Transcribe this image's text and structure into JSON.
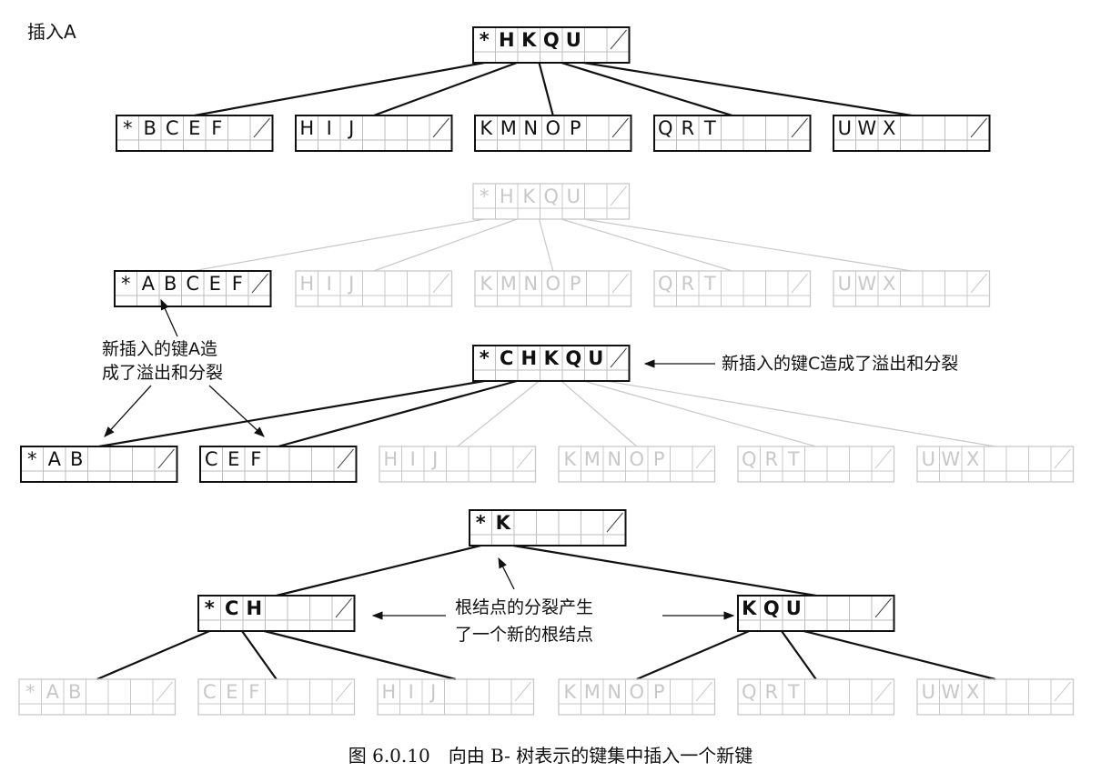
{
  "diagram": {
    "step_title": "插入A",
    "overflow_leaf_note": [
      "新插入的键A造",
      "成了溢出和分裂"
    ],
    "overflow_root_note": "新插入的键C造成了溢出和分裂",
    "root_split_note": [
      "根结点的分裂产生",
      "了一个新的根结点"
    ],
    "caption": "图 6.0.10　向由 B- 树表示的键集中插入一个新键",
    "sentinel": "*",
    "colors": {
      "ink": "#111111",
      "faded": "#c8c8c8",
      "grid": "#bdbdbd"
    },
    "stages": [
      {
        "nodes": [
          {
            "id": "s1-root",
            "keys": [
              "*",
              "H",
              "K",
              "Q",
              "U"
            ],
            "bold": true,
            "faded": false
          },
          {
            "id": "s1-leaf-a",
            "keys": [
              "*",
              "B",
              "C",
              "E",
              "F"
            ],
            "bold": false,
            "faded": false
          },
          {
            "id": "s1-leaf-h",
            "keys": [
              "H",
              "I",
              "J"
            ],
            "bold": false,
            "faded": false
          },
          {
            "id": "s1-leaf-k",
            "keys": [
              "K",
              "M",
              "N",
              "O",
              "P"
            ],
            "bold": false,
            "faded": false
          },
          {
            "id": "s1-leaf-q",
            "keys": [
              "Q",
              "R",
              "T"
            ],
            "bold": false,
            "faded": false
          },
          {
            "id": "s1-leaf-u",
            "keys": [
              "U",
              "W",
              "X"
            ],
            "bold": false,
            "faded": false
          }
        ]
      },
      {
        "nodes": [
          {
            "id": "s2-root-old",
            "keys": [
              "*",
              "H",
              "K",
              "Q",
              "U"
            ],
            "bold": false,
            "faded": true
          },
          {
            "id": "s2-leaf-a",
            "keys": [
              "*",
              "A",
              "B",
              "C",
              "E",
              "F"
            ],
            "bold": false,
            "faded": false
          },
          {
            "id": "s2-leaf-h",
            "keys": [
              "H",
              "I",
              "J"
            ],
            "bold": false,
            "faded": true
          },
          {
            "id": "s2-leaf-k",
            "keys": [
              "K",
              "M",
              "N",
              "O",
              "P"
            ],
            "bold": false,
            "faded": true
          },
          {
            "id": "s2-leaf-q",
            "keys": [
              "Q",
              "R",
              "T"
            ],
            "bold": false,
            "faded": true
          },
          {
            "id": "s2-leaf-u",
            "keys": [
              "U",
              "W",
              "X"
            ],
            "bold": false,
            "faded": true
          },
          {
            "id": "s2-root-new",
            "keys": [
              "*",
              "C",
              "H",
              "K",
              "Q",
              "U"
            ],
            "bold": true,
            "faded": false
          },
          {
            "id": "s2-leaf-ab",
            "keys": [
              "*",
              "A",
              "B"
            ],
            "bold": false,
            "faded": false
          },
          {
            "id": "s2-leaf-cef",
            "keys": [
              "C",
              "E",
              "F"
            ],
            "bold": false,
            "faded": false
          },
          {
            "id": "s2-leaf-h2",
            "keys": [
              "H",
              "I",
              "J"
            ],
            "bold": false,
            "faded": true
          },
          {
            "id": "s2-leaf-k2",
            "keys": [
              "K",
              "M",
              "N",
              "O",
              "P"
            ],
            "bold": false,
            "faded": true
          },
          {
            "id": "s2-leaf-q2",
            "keys": [
              "Q",
              "R",
              "T"
            ],
            "bold": false,
            "faded": true
          },
          {
            "id": "s2-leaf-u2",
            "keys": [
              "U",
              "W",
              "X"
            ],
            "bold": false,
            "faded": true
          }
        ]
      },
      {
        "nodes": [
          {
            "id": "s3-root",
            "keys": [
              "*",
              "K"
            ],
            "bold": true,
            "faded": false
          },
          {
            "id": "s3-left",
            "keys": [
              "*",
              "C",
              "H"
            ],
            "bold": true,
            "faded": false
          },
          {
            "id": "s3-right",
            "keys": [
              "K",
              "Q",
              "U"
            ],
            "bold": true,
            "faded": false
          },
          {
            "id": "s3-leaf-ab",
            "keys": [
              "*",
              "A",
              "B"
            ],
            "bold": false,
            "faded": true
          },
          {
            "id": "s3-leaf-cef",
            "keys": [
              "C",
              "E",
              "F"
            ],
            "bold": false,
            "faded": true
          },
          {
            "id": "s3-leaf-h",
            "keys": [
              "H",
              "I",
              "J"
            ],
            "bold": false,
            "faded": true
          },
          {
            "id": "s3-leaf-k",
            "keys": [
              "K",
              "M",
              "N",
              "O",
              "P"
            ],
            "bold": false,
            "faded": true
          },
          {
            "id": "s3-leaf-q",
            "keys": [
              "Q",
              "R",
              "T"
            ],
            "bold": false,
            "faded": true
          },
          {
            "id": "s3-leaf-u",
            "keys": [
              "U",
              "W",
              "X"
            ],
            "bold": false,
            "faded": true
          }
        ]
      }
    ]
  }
}
